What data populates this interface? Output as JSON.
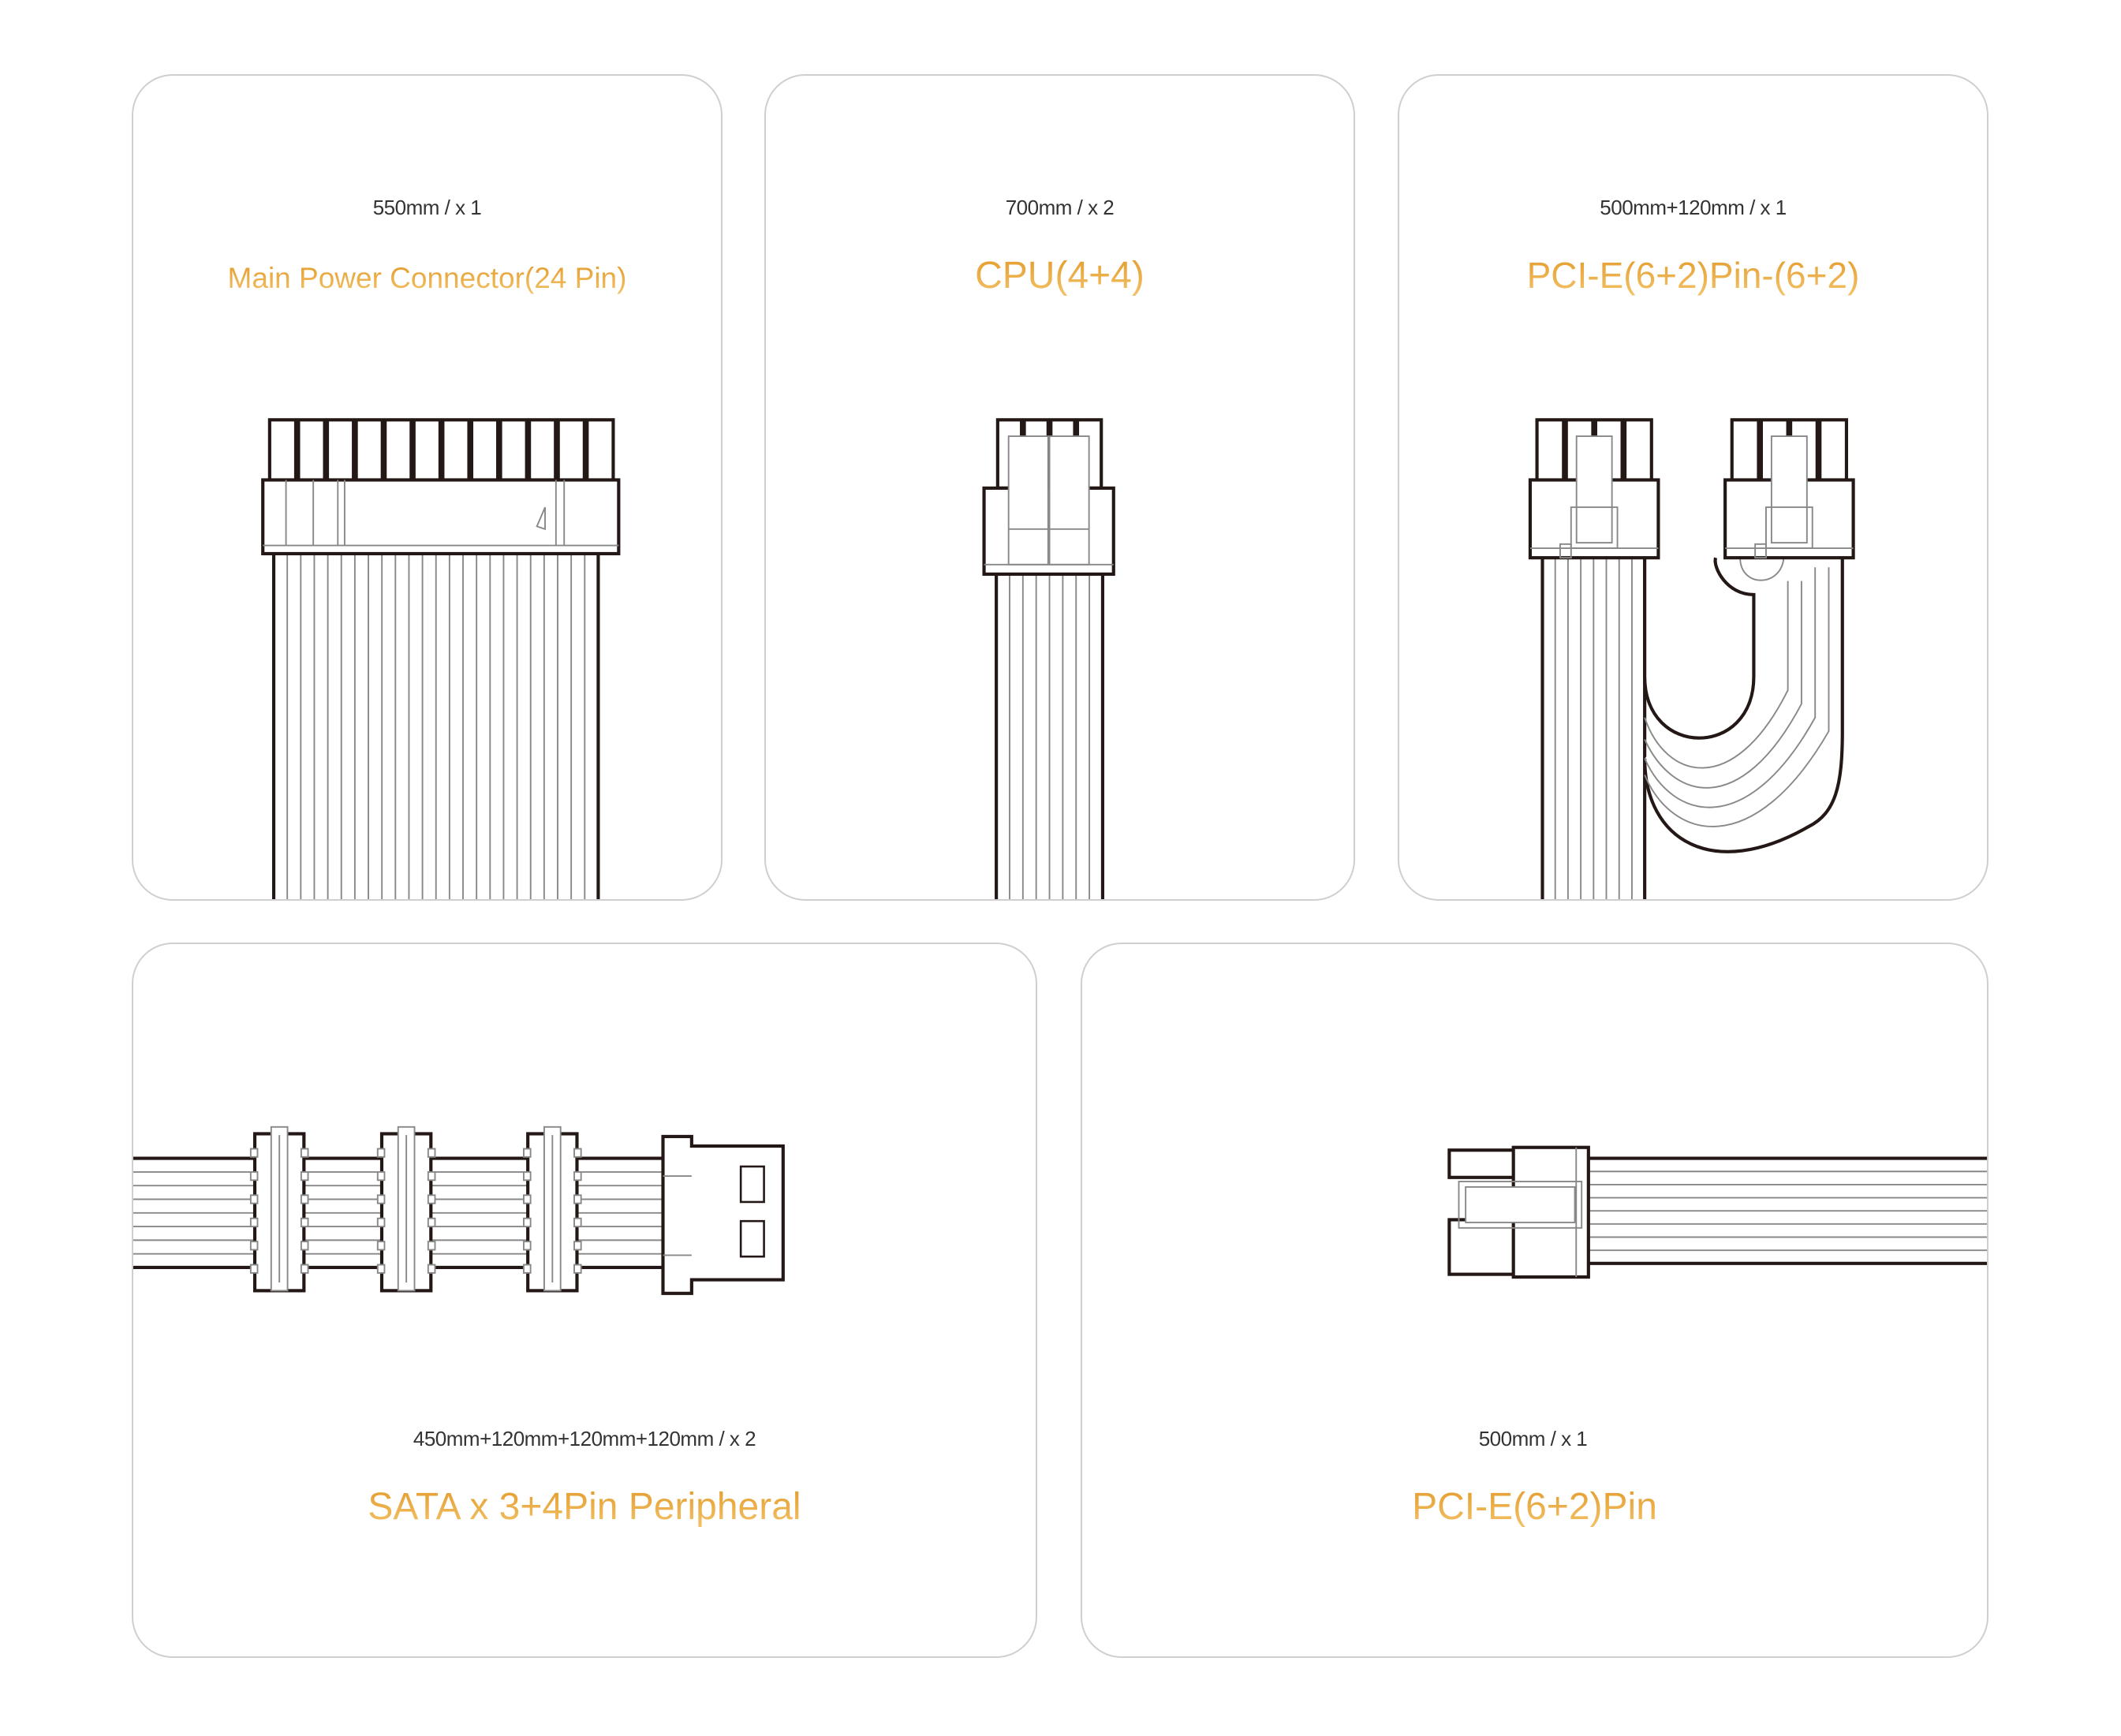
{
  "cables": [
    {
      "spec": "550mm  /  x 1",
      "title": "Main Power Connector(24 Pin)"
    },
    {
      "spec": "700mm  /  x 2",
      "title": "CPU(4+4)"
    },
    {
      "spec": "500mm+120mm  /  x 1",
      "title": "PCI-E(6+2)Pin-(6+2)"
    },
    {
      "spec": "450mm+120mm+120mm+120mm  /  x 2",
      "title": "SATA x 3+4Pin Peripheral"
    },
    {
      "spec": "500mm  /  x 1",
      "title": "PCI-E(6+2)Pin"
    }
  ],
  "colors": {
    "accent": "#e59f2f",
    "text": "#333333",
    "border": "#cfcfcf"
  }
}
